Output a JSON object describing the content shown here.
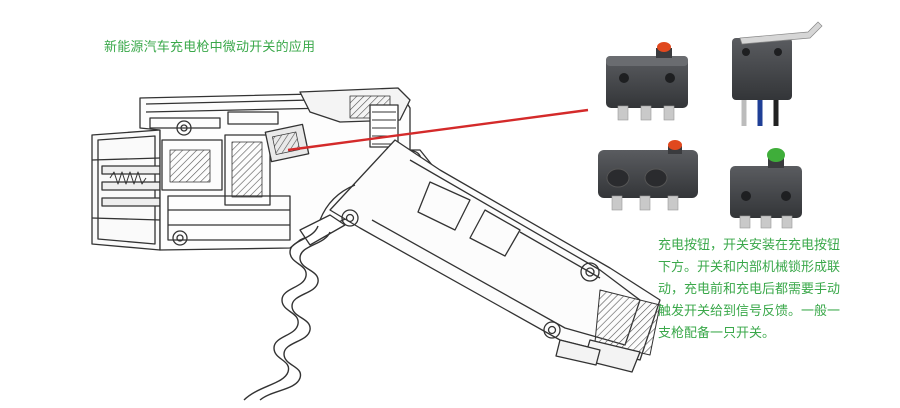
{
  "title": "新能源汽车充电枪中微动开关的应用",
  "description_lines": [
    "充电按钮，开关安装在充电按钮",
    "下方。开关和内部机械锁形成联",
    "动，充电前和充电后都需要手动",
    "触发开关给到信号反馈。一般一",
    "支枪配备一只开关。"
  ],
  "colors": {
    "text_green": "#3aa84a",
    "pointer_red": "#d42a2a",
    "switch_body": "#45474a",
    "button_red": "#e0481e",
    "button_green": "#3fae3a",
    "terminal": "#c9c9c9",
    "line_art": "#333333"
  },
  "switch_icons": [
    "red-button-microswitch-icon",
    "lever-arm-microswitch-icon",
    "red-button-mounted-microswitch-icon",
    "green-button-microswitch-icon"
  ]
}
